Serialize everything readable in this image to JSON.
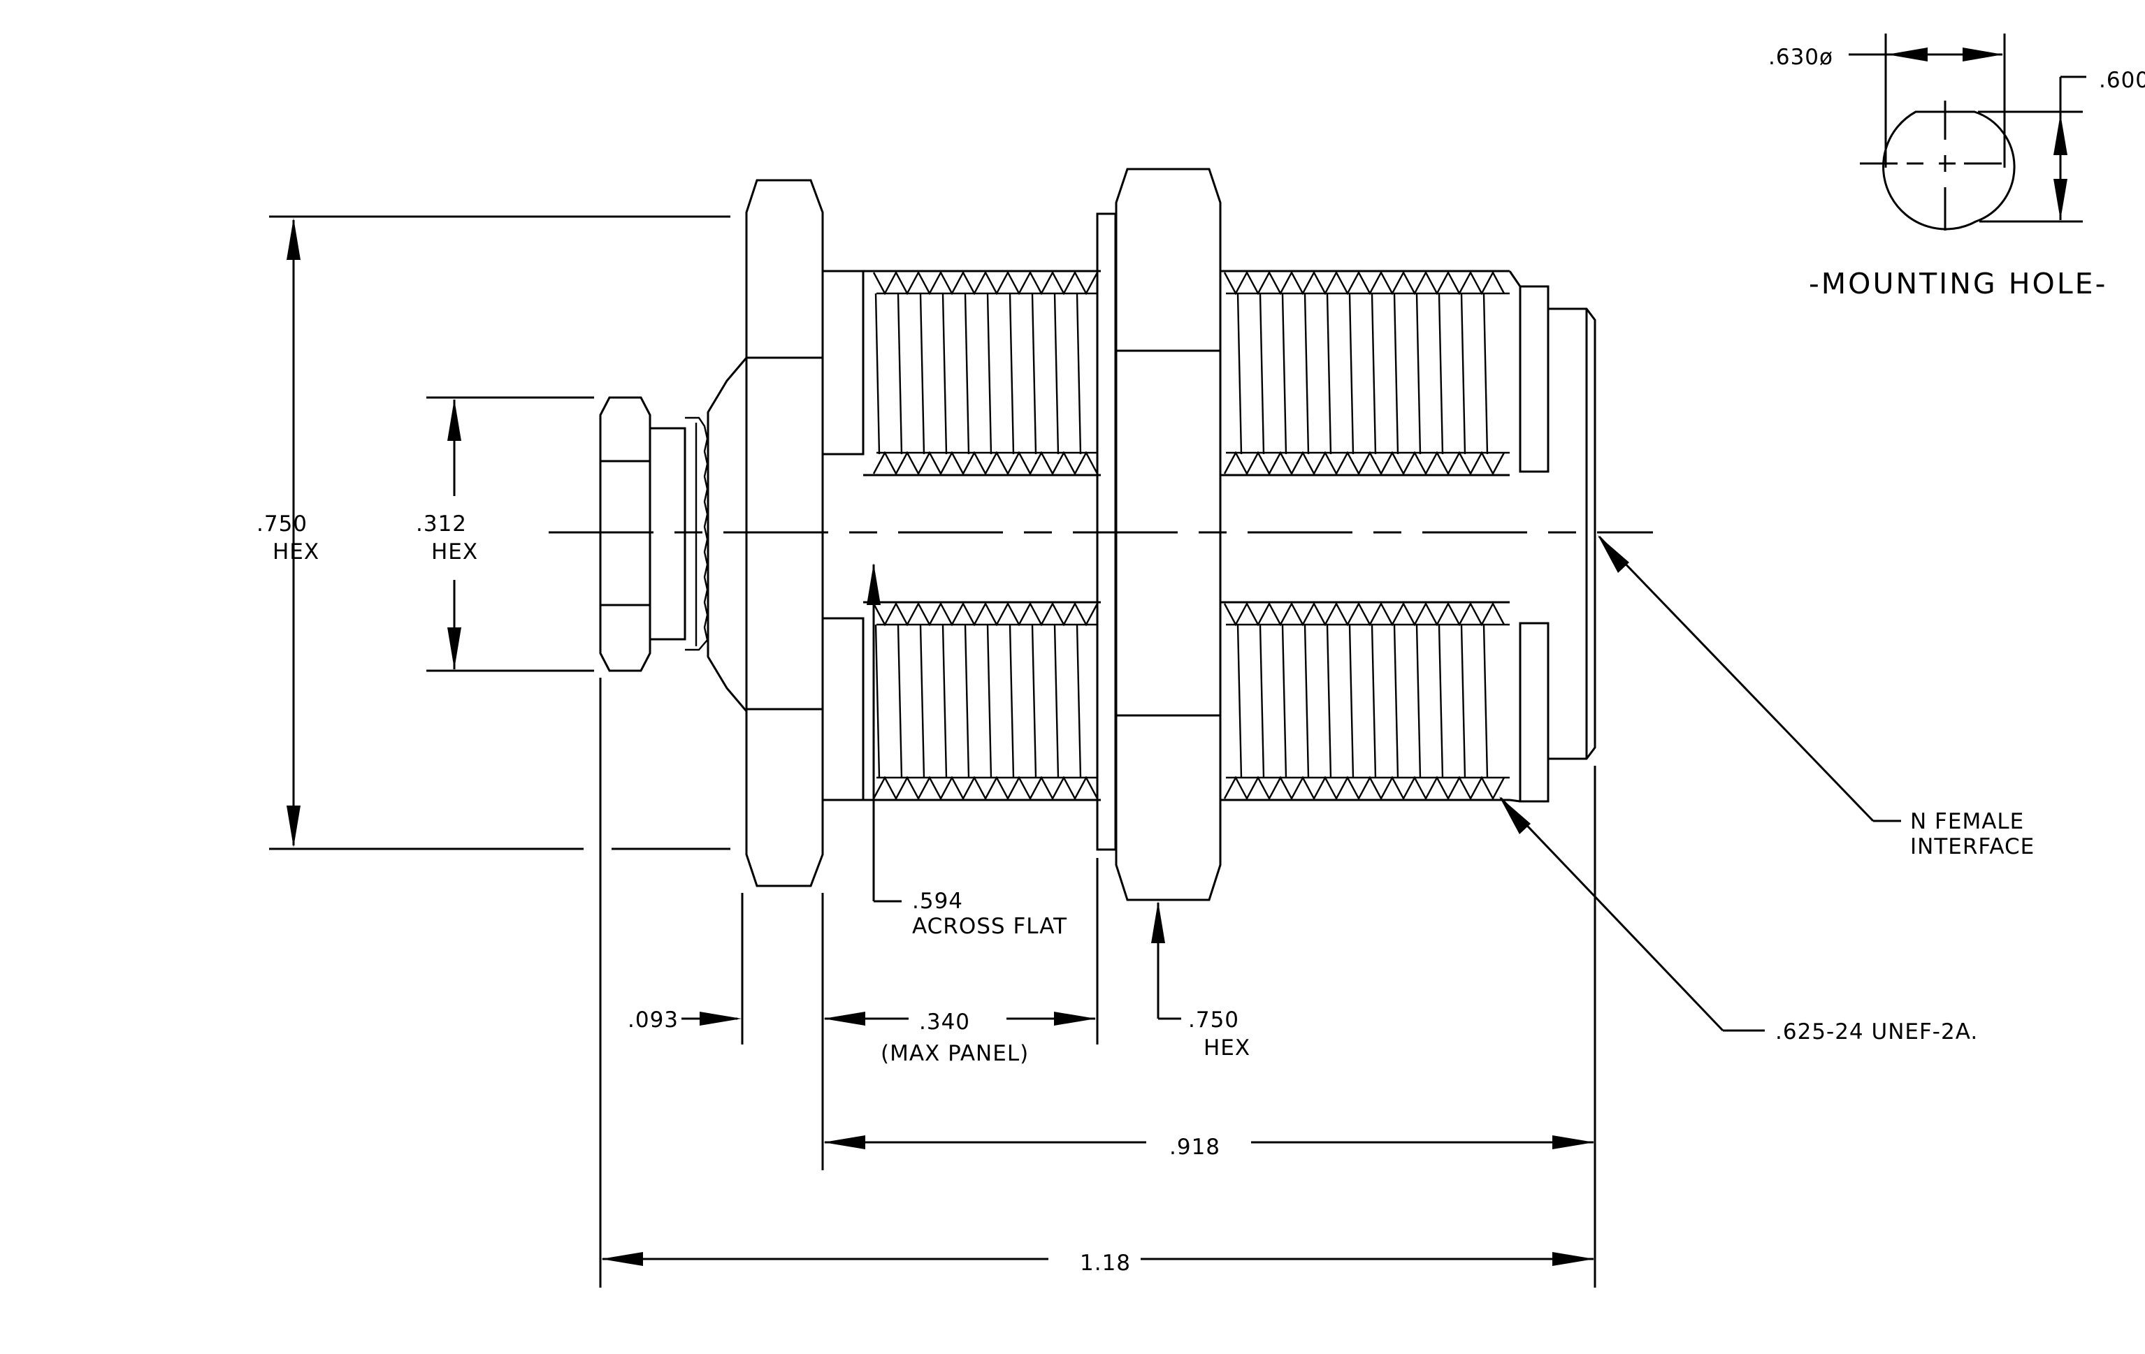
{
  "drawing": {
    "mounting_hole": {
      "title": "-MOUNTING HOLE-",
      "dia_label": ".630ø",
      "flat_label": ".600"
    },
    "dims": {
      "hex_750_left": {
        "value": ".750",
        "note": "HEX"
      },
      "hex_312": {
        "value": ".312",
        "note": "HEX"
      },
      "across_flat": {
        "value": ".594",
        "note": "ACROSS FLAT"
      },
      "d093": {
        "value": ".093"
      },
      "d340": {
        "value": ".340",
        "note": "(MAX PANEL)"
      },
      "hex_750_nut": {
        "value": ".750",
        "note": "HEX"
      },
      "d918": {
        "value": ".918"
      },
      "d118": {
        "value": "1.18"
      }
    },
    "callouts": {
      "interface": {
        "line1": "N FEMALE",
        "line2": "INTERFACE"
      },
      "thread": {
        "text": ".625-24 UNEF-2A."
      }
    }
  }
}
